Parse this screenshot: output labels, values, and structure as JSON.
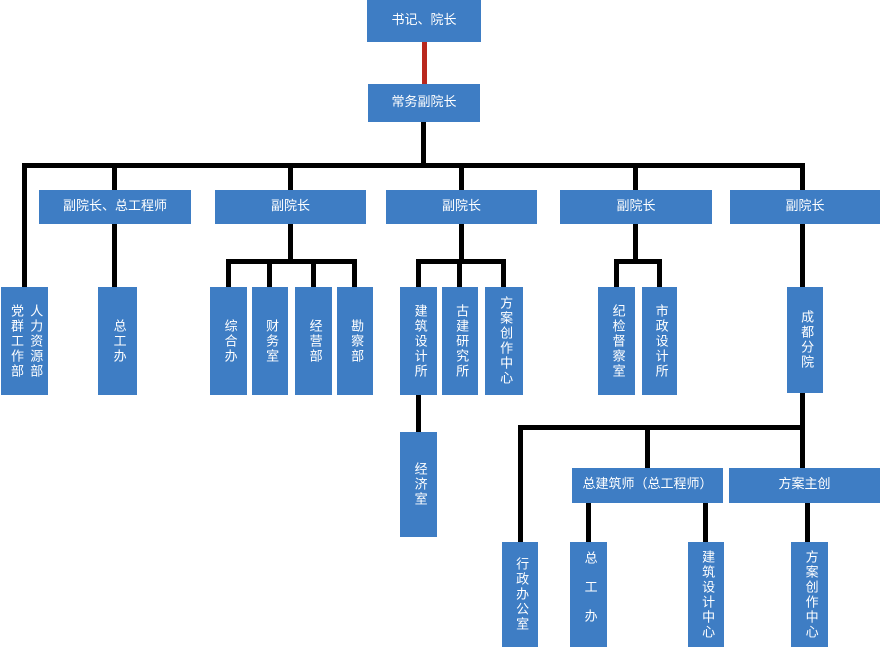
{
  "colors": {
    "node_fill": "#3E7DC4",
    "node_text": "#FFFFFF",
    "connector": "#000000",
    "connector_accent": "#B9281E"
  },
  "nodes": {
    "secretary_dean": "书记、院长",
    "executive_vice_dean": "常务副院长",
    "vice_dean_chief_engineer": "副院长、总工程师",
    "vice_dean_2": "副院长",
    "vice_dean_3": "副院长",
    "vice_dean_4": "副院长",
    "vice_dean_5": "副院长",
    "party_mass_work_dept": "党群工作部",
    "human_resources_dept": "人力资源部",
    "chief_engineer_office": "总工办",
    "general_office": "综合办",
    "finance_office": "财务室",
    "operations_dept": "经营部",
    "survey_dept": "勘察部",
    "architectural_design_institute": "建筑设计所",
    "ancient_architecture_institute": "古建研究所",
    "scheme_creation_center": "方案创作中心",
    "economics_office": "经济室",
    "discipline_inspection_office": "纪检督察室",
    "municipal_design_institute": "市政设计所",
    "chengdu_branch": "成都分院",
    "chief_architect": "总建筑师（总工程师）",
    "scheme_lead": "方案主创",
    "administrative_office": "行政办公室",
    "chief_engineer_office_2": "总工办",
    "architectural_design_center": "建筑设计中心",
    "scheme_creation_center_2": "方案创作中心"
  }
}
